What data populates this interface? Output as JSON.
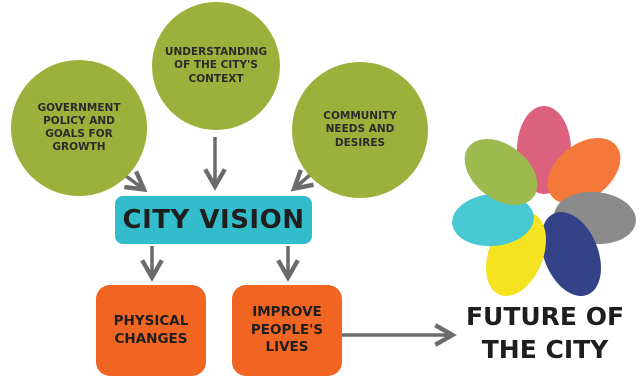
{
  "inputs": [
    {
      "id": "government",
      "label": "GOVERNMENT\nPOLICY AND\nGOALS FOR\nGROWTH"
    },
    {
      "id": "context",
      "label": "UNDERSTANDING\nOF THE CITY'S\nCONTEXT"
    },
    {
      "id": "community",
      "label": "COMMUNITY\nNEEDS AND\nDESIRES"
    }
  ],
  "vision": {
    "label": "CITY VISION"
  },
  "outcomes": [
    {
      "id": "physical",
      "label": "PHYSICAL\nCHANGES"
    },
    {
      "id": "people",
      "label": "IMPROVE\nPEOPLE'S\nLIVES"
    }
  ],
  "future": {
    "label": "FUTURE OF\nTHE CITY"
  },
  "colors": {
    "circle": "#9bb13b",
    "vision": "#33bccb",
    "outcome": "#f06522",
    "arrow": "#6b6b6b",
    "petals": [
      "#d8516f",
      "#f26a25",
      "#7f7f7f",
      "#1f2f7b",
      "#f5e10a",
      "#34c3cf",
      "#93b33e"
    ]
  },
  "icons": {
    "flower": "flower-logo-icon"
  }
}
